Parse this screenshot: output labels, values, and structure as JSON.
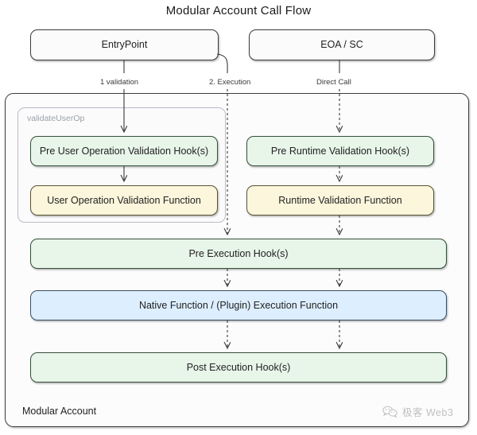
{
  "title": "Modular Account Call Flow",
  "top_nodes": [
    {
      "id": "entrypoint",
      "label": "EntryPoint"
    },
    {
      "id": "eoa-sc",
      "label": "EOA / SC"
    }
  ],
  "edge_labels": [
    {
      "id": "validation",
      "label": "1 validation"
    },
    {
      "id": "execution",
      "label": "2. Execution"
    },
    {
      "id": "direct-call",
      "label": "Direct Call"
    }
  ],
  "modular_account": {
    "label": "Modular Account",
    "validate_user_op": {
      "label": "validateUserOp",
      "nodes": [
        {
          "id": "pre-user-op-validation-hooks",
          "label": "Pre User Operation Validation Hook(s)",
          "color": "green"
        },
        {
          "id": "user-operation-validation-function",
          "label": "User Operation Validation Function",
          "color": "yellow"
        }
      ]
    },
    "runtime_nodes": [
      {
        "id": "pre-runtime-validation-hooks",
        "label": "Pre Runtime Validation Hook(s)",
        "color": "green"
      },
      {
        "id": "runtime-validation-function",
        "label": "Runtime Validation Function",
        "color": "yellow"
      }
    ],
    "execution_nodes": [
      {
        "id": "pre-execution-hooks",
        "label": "Pre Execution Hook(s)",
        "color": "green"
      },
      {
        "id": "native-plugin-execution-function",
        "label": "Native Function  /  (Plugin) Execution Function",
        "color": "blue"
      },
      {
        "id": "post-execution-hooks",
        "label": "Post Execution Hook(s)",
        "color": "green"
      }
    ]
  },
  "watermark": {
    "text": "极客 Web3",
    "icon": "wechat-icon"
  },
  "colors": {
    "green": "#e8f5e9",
    "yellow": "#fcf6dc",
    "blue": "#ddeeff",
    "stroke": "#3c3c3c",
    "background": "#ffffff"
  }
}
